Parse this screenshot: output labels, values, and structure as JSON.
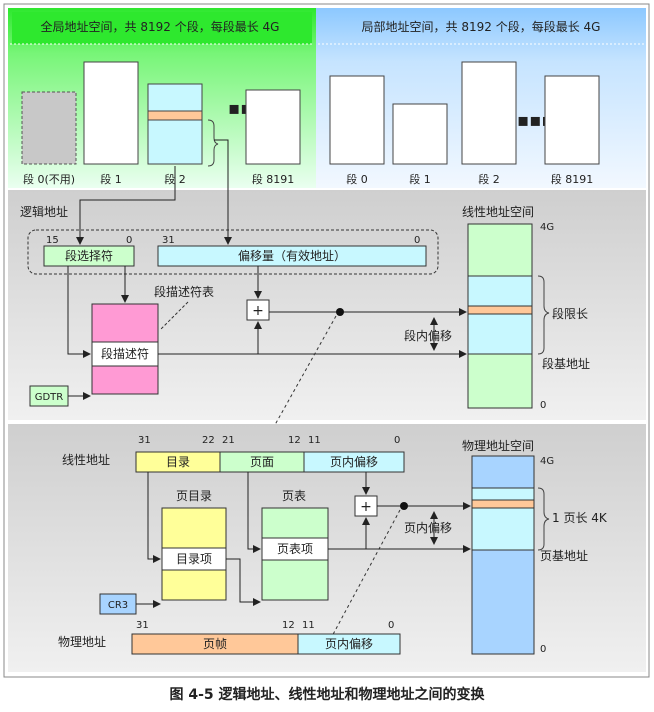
{
  "caption": "图 4-5 逻辑地址、线性地址和物理地址之间的变换",
  "global_space": {
    "title": "全局地址空间，共 8192 个段，每段最长 4G",
    "labels": [
      "段 0(不用)",
      "段 1",
      "段 2",
      "段 8191"
    ]
  },
  "local_space": {
    "title": "局部地址空间，共 8192 个段，每段最长 4G",
    "labels": [
      "段 0",
      "段 1",
      "段 2",
      "段 8191"
    ]
  },
  "logical": {
    "title": "逻辑地址",
    "selector": "段选择符",
    "offset": "偏移量（有效地址）",
    "bits": [
      "15",
      "0",
      "31",
      "0"
    ],
    "descriptor_table": "段描述符表",
    "descriptor": "段描述符",
    "gdtr": "GDTR"
  },
  "linear_space": {
    "title": "线性地址空间",
    "top": "4G",
    "bottom": "0",
    "segment_limit": "段限长",
    "segment_base": "段基地址",
    "in_segment_offset": "段内偏移"
  },
  "paging": {
    "linear_address": "线性地址",
    "fields": [
      "目录",
      "页面",
      "页内偏移"
    ],
    "bits": [
      "31",
      "22",
      "21",
      "12",
      "11",
      "0"
    ],
    "page_dir": "页目录",
    "page_table": "页表",
    "dir_entry": "目录项",
    "table_entry": "页表项",
    "cr3": "CR3",
    "page_offset": "页内偏移"
  },
  "physical": {
    "title": "物理地址空间",
    "top": "4G",
    "bottom": "0",
    "page_len": "1 页长 4K",
    "page_base": "页基地址",
    "address_label": "物理地址",
    "frame": "页帧",
    "offset": "页内偏移",
    "bits": [
      "31",
      "12",
      "11",
      "0"
    ]
  },
  "colors": {
    "green_bg": "#44ee44",
    "blue_bg": "#bfe0ff",
    "gray_bg": "#dadada",
    "descriptor": "#ff9ad4",
    "selector": "#ccffcc",
    "offset": "#c8f8ff",
    "band": "#ffc899",
    "dir_yellow": "#ffff99",
    "phys_blue": "#a8d4ff"
  }
}
